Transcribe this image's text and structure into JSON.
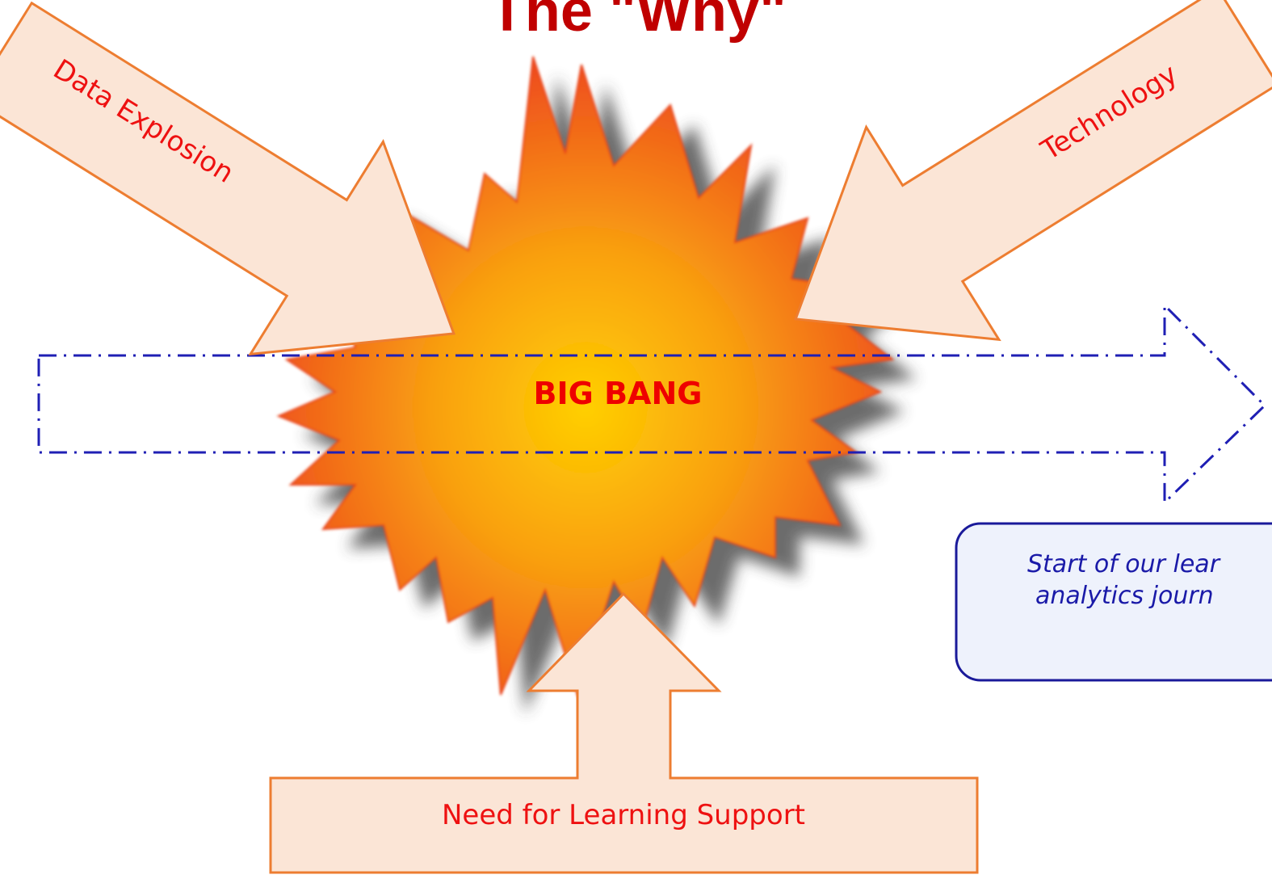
{
  "slide": {
    "title": "The \"Why\"",
    "center_label": "BIG BANG",
    "arrows": {
      "left": "Data Explosion",
      "right": "Technology",
      "bottom": "Need for Learning Support"
    },
    "callout": {
      "line1": "Start of our lear",
      "line2": "analytics journ"
    }
  },
  "colors": {
    "title": "#c00000",
    "arrow_fill": "#fbe5d6",
    "arrow_stroke": "#ed7d31",
    "arrow_text": "#ee1111",
    "burst_outer": "#ee4a1e",
    "burst_inner": "#ffc300",
    "journey_arrow": "#1f1fb4",
    "callout_fill": "#eef2fc",
    "callout_stroke": "#1a1a9a",
    "callout_text": "#1a1aa8"
  }
}
